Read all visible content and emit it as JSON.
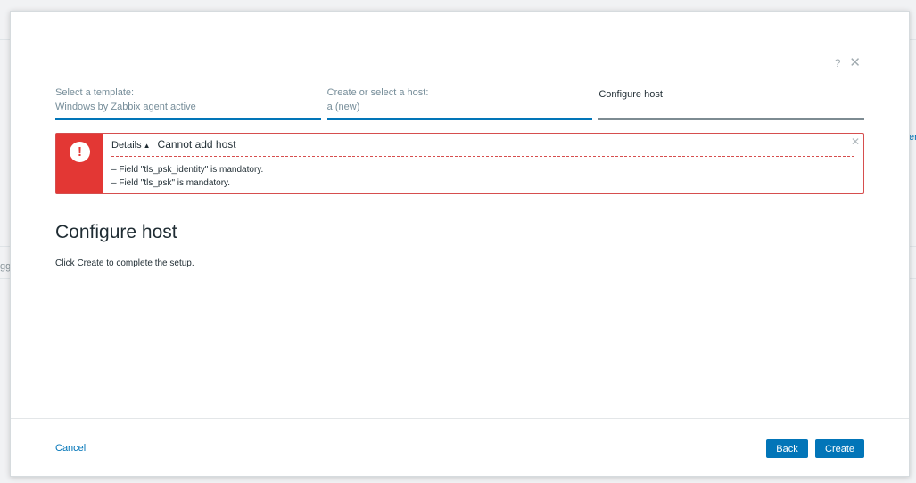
{
  "background": {
    "left_fragment": "gg",
    "right_fragment": "er"
  },
  "dialog": {
    "help_label": "?",
    "close_label": "✕",
    "steps": [
      {
        "label": "Select a template:",
        "value": "Windows by Zabbix agent active"
      },
      {
        "label": "Create or select a host:",
        "value": "a (new)"
      },
      {
        "label": "",
        "value": "Configure host"
      }
    ],
    "alert": {
      "details_label": "Details",
      "details_arrow": "▲",
      "title": "Cannot add host",
      "messages": [
        "Field \"tls_psk_identity\" is mandatory.",
        "Field \"tls_psk\" is mandatory."
      ],
      "icon": "!",
      "close_label": "✕"
    },
    "page_title": "Configure host",
    "description": "Click Create to complete the setup.",
    "footer": {
      "cancel_label": "Cancel",
      "back_label": "Back",
      "create_label": "Create"
    }
  },
  "colors": {
    "accent": "#0275b8",
    "error": "#e33734",
    "step_current": "#7d8b92"
  }
}
